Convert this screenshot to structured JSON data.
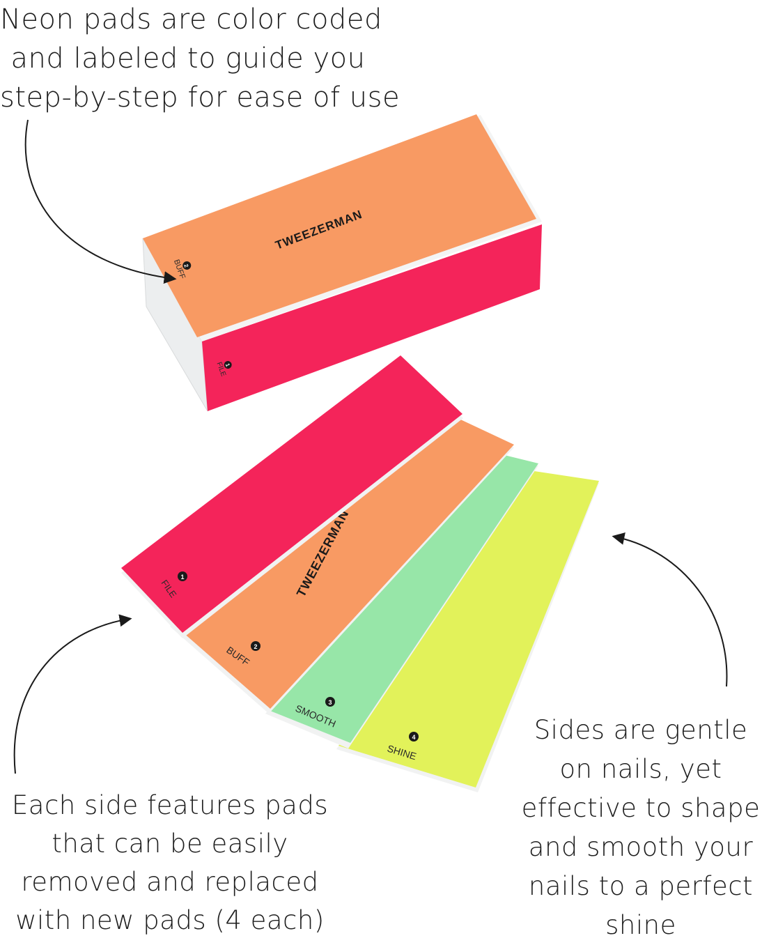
{
  "captions": {
    "top": [
      "Neon pads are color coded",
      "and labeled to guide you",
      "step-by-step for ease of use"
    ],
    "left": [
      "Each side features pads",
      "that can be easily",
      "removed and replaced",
      "with new pads (4 each)"
    ],
    "right": [
      "Sides are gentle",
      "on nails, yet",
      "effective to shape",
      "and smooth your",
      "nails to a perfect",
      "shine"
    ]
  },
  "block": {
    "brand": "TWEEZERMAN",
    "top_step": {
      "number": "2",
      "label": "BUFF"
    },
    "side_step": {
      "number": "1",
      "label": "FILE"
    }
  },
  "pads": [
    {
      "number": "1",
      "label": "FILE",
      "color": "#f4245a"
    },
    {
      "number": "2",
      "label": "BUFF",
      "color": "#f89a63"
    },
    {
      "number": "3",
      "label": "SMOOTH",
      "color": "#97e6a8"
    },
    {
      "number": "4",
      "label": "SHINE",
      "color": "#e2f25a"
    }
  ],
  "pad_brand": "TWEEZERMAN",
  "colors": {
    "orange": "#f89a63",
    "pink": "#f4245a",
    "green": "#97e6a8",
    "yellow": "#e2f25a",
    "foam": "#eef0f0"
  }
}
